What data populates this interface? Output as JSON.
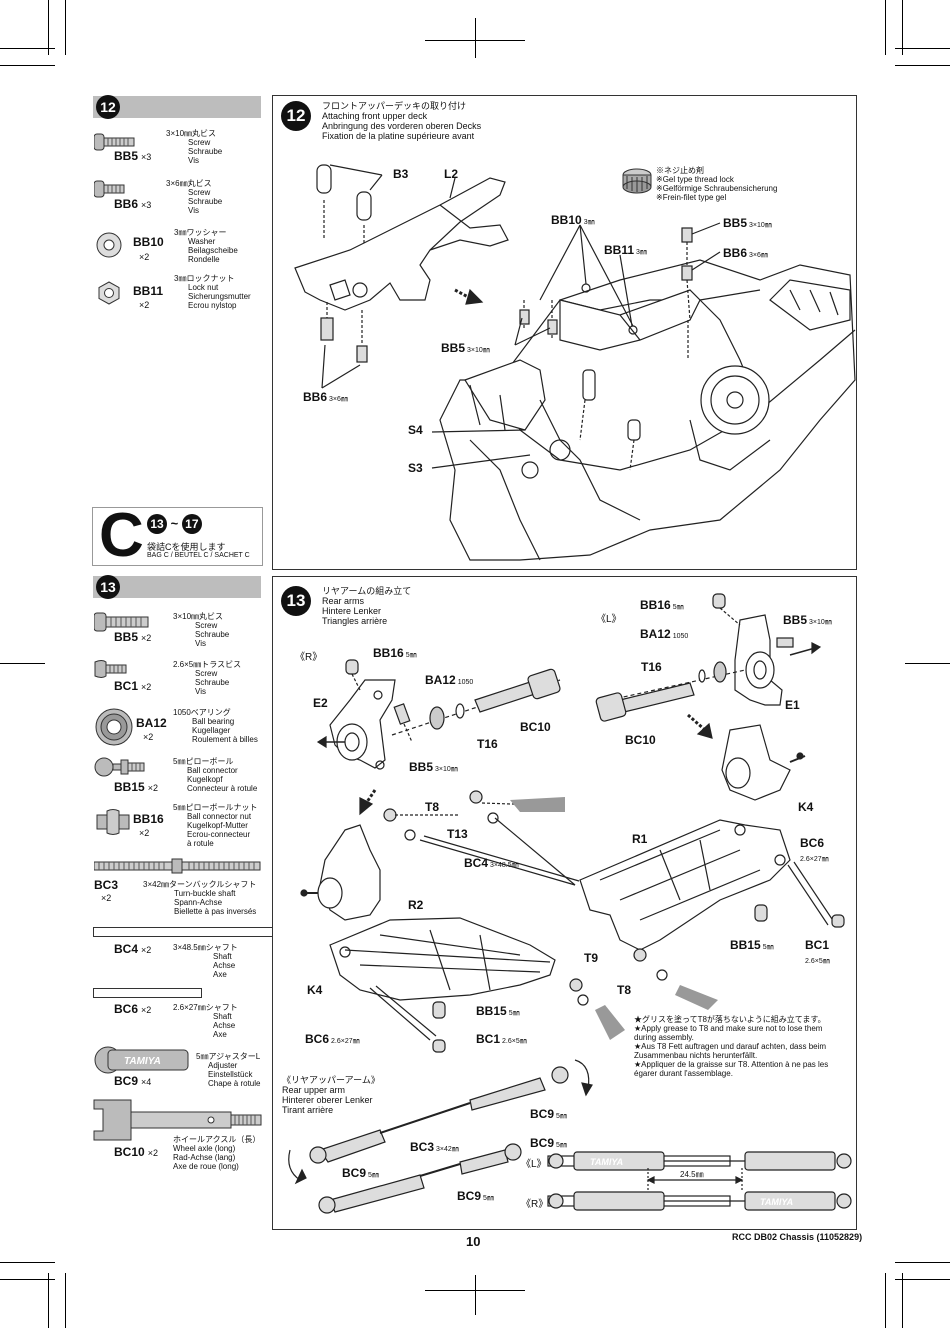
{
  "page_number": "10",
  "footer_ref": "RCC DB02 Chassis (11052829)",
  "step12": {
    "num": "12",
    "title_jp": "フロントアッパーデッキの取り付け",
    "title_en": "Attaching front upper deck",
    "title_de": "Anbringung des vorderen oberen Decks",
    "title_fr": "Fixation de la platine supérieure avant",
    "parts": [
      {
        "code": "BB5",
        "qty": "×3",
        "size": "3×10㎜丸ビス",
        "l1": "Screw",
        "l2": "Schraube",
        "l3": "Vis",
        "l4": ""
      },
      {
        "code": "BB6",
        "qty": "×3",
        "size": "3×6㎜丸ビス",
        "l1": "Screw",
        "l2": "Schraube",
        "l3": "Vis",
        "l4": ""
      },
      {
        "code": "BB10",
        "qty": "×2",
        "size": "3㎜ワッシャー",
        "l1": "Washer",
        "l2": "Beilagscheibe",
        "l3": "Rondelle",
        "l4": ""
      },
      {
        "code": "BB11",
        "qty": "×2",
        "size": "3㎜ロックナット",
        "l1": "Lock nut",
        "l2": "Sicherungsmutter",
        "l3": "Ecrou nylstop",
        "l4": ""
      }
    ],
    "labels": {
      "b3": "B3",
      "l2": "L2",
      "bb5a": "BB5",
      "bb5a_s": "3×10㎜",
      "bb6a": "BB6",
      "bb6a_s": "3×6㎜",
      "bb10": "BB10",
      "bb10_s": "3㎜",
      "bb11": "BB11",
      "bb11_s": "3㎜",
      "bb5b": "BB5",
      "bb5b_s": "3×10㎜",
      "bb6b": "BB6",
      "bb6b_s": "3×6㎜",
      "s4": "S4",
      "s3": "S3"
    },
    "gel_jp": "※ネジ止め剤",
    "gel_en": "※Gel type thread lock",
    "gel_de": "※Gelförmige Schraubensicherung",
    "gel_fr": "※Frein-filet type gel"
  },
  "bag": {
    "letter": "C",
    "from": "13",
    "to": "17",
    "jp": "袋詰Cを使用します",
    "en": "BAG C / BEUTEL C / SACHET C"
  },
  "step13": {
    "num": "13",
    "title_jp": "リヤアームの組み立て",
    "title_en": "Rear arms",
    "title_de": "Hintere Lenker",
    "title_fr": "Triangles arrière",
    "parts": [
      {
        "code": "BB5",
        "qty": "×2",
        "size": "3×10㎜丸ビス",
        "l1": "Screw",
        "l2": "Schraube",
        "l3": "Vis",
        "l4": ""
      },
      {
        "code": "BC1",
        "qty": "×2",
        "size": "2.6×5㎜トラスビス",
        "l1": "Screw",
        "l2": "Schraube",
        "l3": "Vis",
        "l4": ""
      },
      {
        "code": "BA12",
        "qty": "×2",
        "size": "1050ベアリング",
        "l1": "Ball bearing",
        "l2": "Kugellager",
        "l3": "Roulement à billes",
        "l4": ""
      },
      {
        "code": "BB15",
        "qty": "×2",
        "size": "5㎜ピローボール",
        "l1": "Ball connector",
        "l2": "Kugelkopf",
        "l3": "Connecteur à rotule",
        "l4": ""
      },
      {
        "code": "BB16",
        "qty": "×2",
        "size": "5㎜ピローボールナット",
        "l1": "Ball connector nut",
        "l2": "Kugelkopf-Mutter",
        "l3": "Ecrou-connecteur",
        "l4": "à rotule"
      },
      {
        "code": "BC3",
        "qty": "×2",
        "size": "3×42㎜ターンバックルシャフト",
        "l1": "Turn-buckle shaft",
        "l2": "Spann-Achse",
        "l3": "Biellette à pas inversés",
        "l4": ""
      },
      {
        "code": "BC4",
        "qty": "×2",
        "size": "3×48.5㎜シャフト",
        "l1": "Shaft",
        "l2": "Achse",
        "l3": "Axe",
        "l4": ""
      },
      {
        "code": "BC6",
        "qty": "×2",
        "size": "2.6×27㎜シャフト",
        "l1": "Shaft",
        "l2": "Achse",
        "l3": "Axe",
        "l4": ""
      },
      {
        "code": "BC9",
        "qty": "×4",
        "size": "5㎜アジャスターL",
        "l1": "Adjuster",
        "l2": "Einstellstück",
        "l3": "Chape à rotule",
        "l4": ""
      },
      {
        "code": "BC10",
        "qty": "×2",
        "size": "ホイールアクスル（長）",
        "l1": "Wheel axle (long)",
        "l2": "Rad-Achse (lang)",
        "l3": "Axe de roue (long)",
        "l4": ""
      }
    ],
    "labels": {
      "r": "《R》",
      "l": "《L》",
      "bb16a": "BB16",
      "bb16a_s": "5㎜",
      "e2": "E2",
      "ba12a": "BA12",
      "ba12a_s": "1050",
      "bc10a": "BC10",
      "t16a": "T16",
      "bb5a": "BB5",
      "bb5a_s": "3×10㎜",
      "bb16b": "BB16",
      "bb16b_s": "5㎜",
      "ba12b": "BA12",
      "ba12b_s": "1050",
      "bb5b": "BB5",
      "bb5b_s": "3×10㎜",
      "t16b": "T16",
      "e1": "E1",
      "bc10b": "BC10",
      "t8a": "T8",
      "t13": "T13",
      "bc4": "BC4",
      "bc4_s": "3×48.5㎜",
      "k4a": "K4",
      "r1": "R1",
      "bc6a": "BC6",
      "bc6a_s": "2.6×27㎜",
      "r2": "R2",
      "k4b": "K4",
      "t9": "T9",
      "t8b": "T8",
      "bb15a": "BB15",
      "bb15a_s": "5㎜",
      "bb15b": "BB15",
      "bb15b_s": "5㎜",
      "bc1a": "BC1",
      "bc1a_s": "2.6×5㎜",
      "bc1b": "BC1",
      "bc1b_s": "2.6×5㎜",
      "bc6b": "BC6",
      "bc6b_s": "2.6×27㎜"
    },
    "note_jp": "★グリスを塗ってT8が落ちないように組み立てます。",
    "note_en": "★Apply grease to T8 and make sure not to lose them during assembly.",
    "note_de": "★Aus T8 Fett auftragen und darauf achten, dass beim Zusammenbau nichts herunterfällt.",
    "note_fr": "★Appliquer de la graisse sur T8. Attention à ne pas les égarer durant l'assemblage.",
    "upper_arm_jp": "《リヤアッパーアーム》",
    "upper_arm_en": "Rear upper arm",
    "upper_arm_de": "Hinterer oberer Lenker",
    "upper_arm_fr": "Tirant arrière",
    "ua_labels": {
      "bc9a": "BC9",
      "bc9a_s": "5㎜",
      "bc3": "BC3",
      "bc3_s": "3×42㎜",
      "bc9b": "BC9",
      "bc9b_s": "5㎜",
      "bc9c": "BC9",
      "bc9c_s": "5㎜",
      "bc9d": "BC9",
      "bc9d_s": "5㎜",
      "l": "《L》",
      "r": "《R》",
      "dim": "24.5㎜",
      "tamiya": "TAMIYA"
    }
  }
}
